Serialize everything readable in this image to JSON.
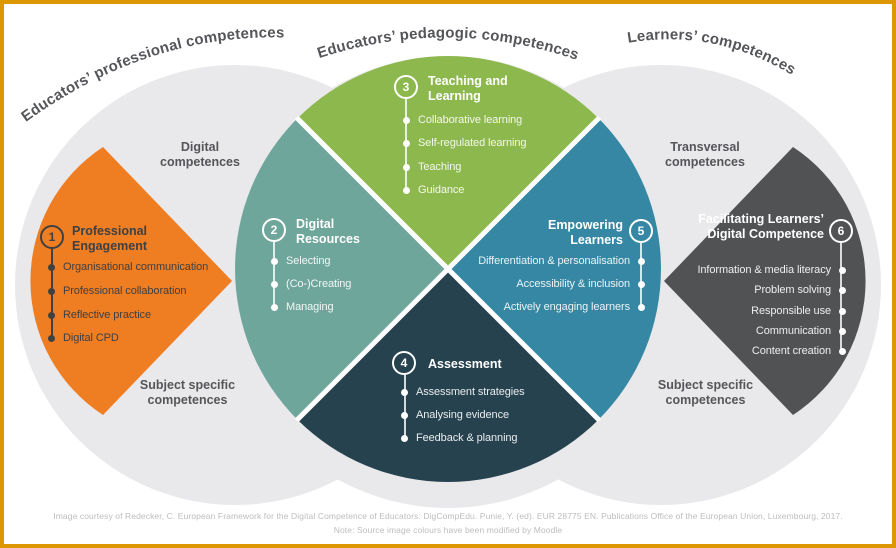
{
  "headers": {
    "professional": "Educators’ professional competences",
    "pedagogic": "Educators’ pedagogic competences",
    "learners": "Learners’ competences"
  },
  "region_labels": {
    "digital": "Digital competences",
    "transversal": "Transversal competences",
    "subject_left": "Subject specific competences",
    "subject_right": "Subject specific competences"
  },
  "areas": [
    {
      "number": "1",
      "title": "Professional Engagement",
      "items": [
        "Organisational communication",
        "Professional collaboration",
        "Reflective practice",
        "Digital CPD"
      ]
    },
    {
      "number": "2",
      "title": "Digital Resources",
      "items": [
        "Selecting",
        "(Co-)Creating",
        "Managing"
      ]
    },
    {
      "number": "3",
      "title": "Teaching and Learning",
      "items": [
        "Collaborative learning",
        "Self-regulated learning",
        "Teaching",
        "Guidance"
      ]
    },
    {
      "number": "4",
      "title": "Assessment",
      "items": [
        "Assessment strategies",
        "Analysing evidence",
        "Feedback & planning"
      ]
    },
    {
      "number": "5",
      "title": "Empowering Learners",
      "items": [
        "Differentiation & personalisation",
        "Accessibility & inclusion",
        "Actively engaging learners"
      ]
    },
    {
      "number": "6",
      "title": "Facilitating Learners’ Digital Competence",
      "items": [
        "Information & media literacy",
        "Problem solving",
        "Responsible use",
        "Communication",
        "Content creation"
      ]
    }
  ],
  "footer": {
    "line1": "Image courtesy of Redecker, C. European Framework for the Digital Competence of Educators: DigCompEdu. Punie, Y. (ed). EUR 28775 EN. Publications Office of the European Union, Luxembourg, 2017.",
    "line2": "Note: Source image colours have been modified by Moodle"
  },
  "colors": {
    "orange": "#EF7D22",
    "sage": "#6FA69B",
    "lime": "#8DB84D",
    "blue": "#3587A3",
    "navy": "#26424F",
    "dark_gray": "#515254",
    "light_circle": "#E9E8EA",
    "heading_text": "#55565A",
    "dark_text": "#3F4042",
    "footer_text": "#BDBDC0",
    "frame_border": "#DD9705"
  }
}
